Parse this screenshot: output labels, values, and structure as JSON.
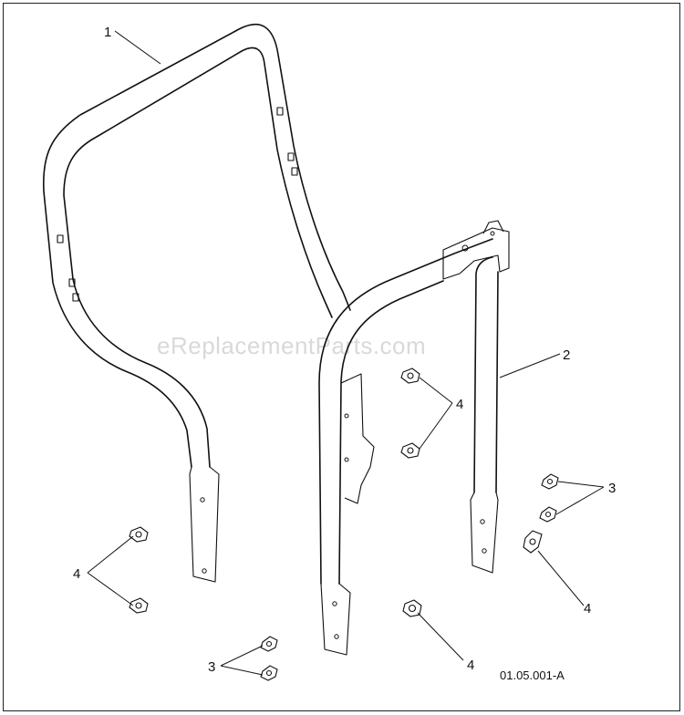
{
  "callouts": {
    "part_1": "1",
    "part_2": "2",
    "bolts_3_right": "3",
    "bolts_3_bottom": "3",
    "bolts_4_middle": "4",
    "bolts_4_left": "4",
    "bolt_4_bottom": "4",
    "bolt_4_right": "4"
  },
  "drawing_code": "01.05.001-A",
  "watermark": "eReplacementParts.com",
  "colors": {
    "line": "#111111",
    "watermark": "#d9d9d9",
    "background": "#ffffff"
  }
}
